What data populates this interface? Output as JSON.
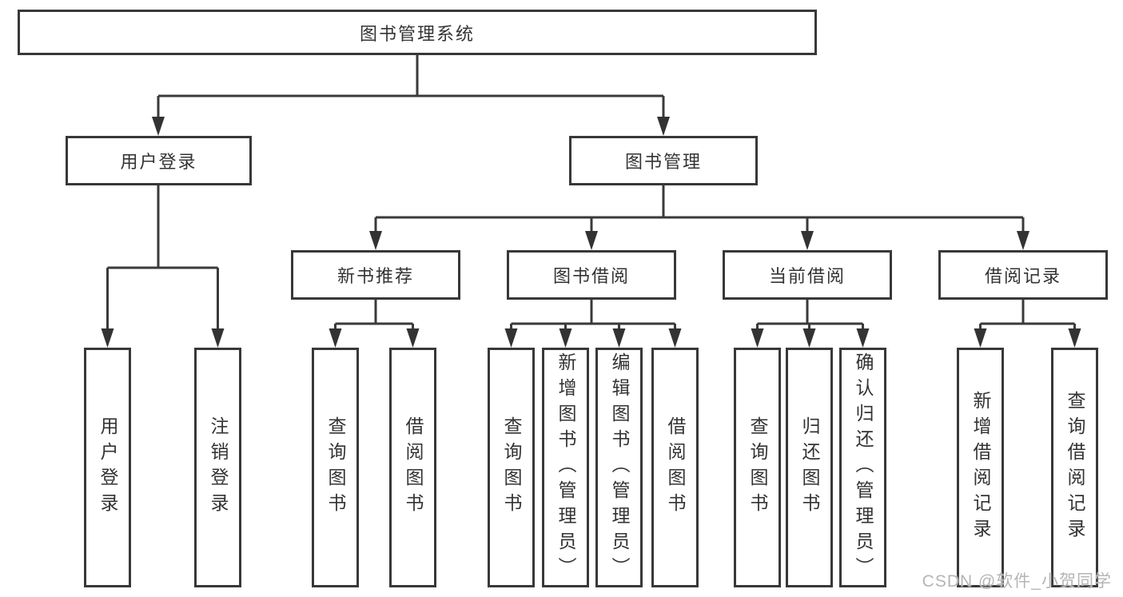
{
  "diagram": {
    "title": "图书管理系统",
    "root_label": "图书管理系统",
    "branches": [
      {
        "label": "用户登录",
        "leaves": [
          "用户登录",
          "注销登录"
        ]
      },
      {
        "label": "图书管理",
        "children": [
          {
            "label": "新书推荐",
            "leaves": [
              "查询图书",
              "借阅图书"
            ]
          },
          {
            "label": "图书借阅",
            "leaves": [
              "查询图书",
              "新增图书（管理员）",
              "编辑图书（管理员）",
              "借阅图书"
            ]
          },
          {
            "label": "当前借阅",
            "leaves": [
              "查询图书",
              "归还图书",
              "确认归还（管理员）"
            ]
          },
          {
            "label": "借阅记录",
            "leaves": [
              "新增借阅记录",
              "查询借阅记录"
            ]
          }
        ]
      }
    ]
  },
  "watermark": {
    "text": "CSDN @软件_小贺同学",
    "color": "#b5b5b5"
  },
  "colors": {
    "line": "#3a3a3a",
    "border": "#383838",
    "text": "#333333",
    "background": "#ffffff"
  }
}
